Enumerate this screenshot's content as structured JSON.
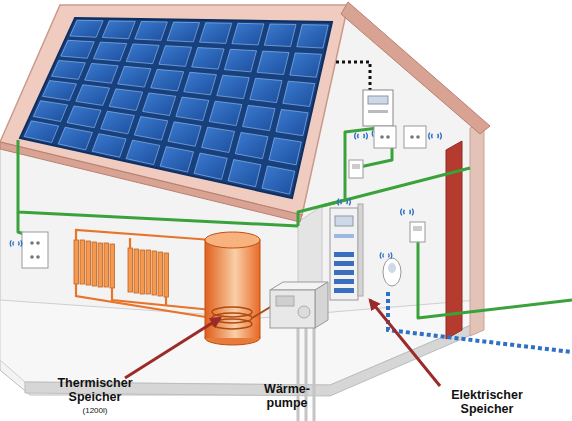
{
  "diagram": {
    "labels": [
      "Thermischer Speicher",
      "(1200l)",
      "Wärme- pumpe",
      "Elektrischer Speicher"
    ]
  }
}
